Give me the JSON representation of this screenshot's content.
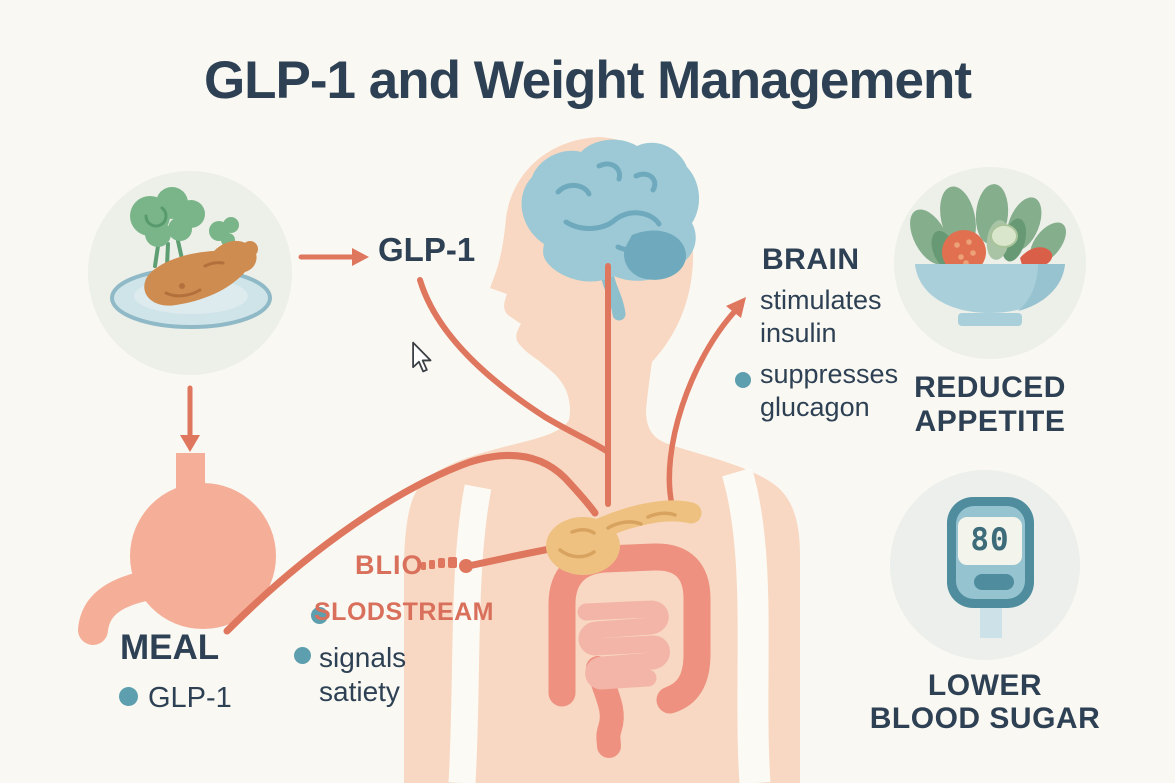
{
  "title": "GLP-1 and Weight Management",
  "colors": {
    "background": "#faf8f2",
    "heading_text": "#2e4154",
    "accent_coral": "#df765e",
    "coral_text": "#d9705c",
    "teal_bullet": "#5d9fae",
    "body_skin": "#f8d8c2",
    "brain_blue": "#9cc9d5",
    "pancreas_tan": "#eec181",
    "intestine_coral": "#ee9180",
    "stomach_coral": "#f5ae98",
    "circle_background": "#edefe9"
  },
  "nodes": {
    "meal_source": {
      "icon": "meal-plate-icon"
    },
    "glp1": {
      "label": "GLP-1"
    },
    "stomach": {
      "icon": "stomach-icon",
      "heading": "MEAL",
      "bullet_label": "GLP-1"
    },
    "bloodstream": {
      "label_line1": "BLIO",
      "label_line2": "SLODSTREAM",
      "bullet_line1": "signals",
      "bullet_line2": "satiety"
    },
    "brain": {
      "heading": "BRAIN",
      "items": [
        {
          "line1": "stimulates",
          "line2": "insulin"
        },
        {
          "line1": "suppresses",
          "line2": "glucagon"
        }
      ]
    },
    "reduced_appetite": {
      "icon": "salad-bowl-icon",
      "label_line1": "REDUCED",
      "label_line2": "APPETITE"
    },
    "lower_blood_sugar": {
      "icon": "glucose-meter-icon",
      "label_line1": "LOWER",
      "label_line2": "BLOOD SUGAR",
      "meter_reading": "80"
    }
  }
}
